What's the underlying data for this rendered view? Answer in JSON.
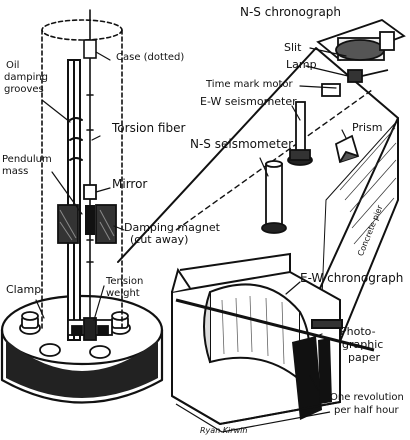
{
  "labels": {
    "ns_chronograph": "N-S chronograph",
    "case": "Case (dotted)",
    "slit": "Slit",
    "lamp": "Lamp",
    "oil_damping_1": "Oil",
    "oil_damping_2": "damping",
    "oil_damping_3": "grooves",
    "time_mark_motor": "Time mark motor",
    "ew_seismometer": "E-W seismometer",
    "prism": "Prism",
    "torsion_fiber": "Torsion fiber",
    "ns_seismometer": "N-S seismometer",
    "pendulum_1": "Pendulum",
    "pendulum_2": "mass",
    "mirror": "Mirror",
    "damping_magnet_1": "Damping magnet",
    "damping_magnet_2": "(cut away)",
    "concrete_pier": "Concrete pier",
    "clamp": "Clamp",
    "tension_1": "Tension",
    "tension_2": "weight",
    "ew_chronograph": "E-W chronograph",
    "photo_1": "Photo-",
    "photo_2": "graphic",
    "photo_3": "paper",
    "rev_1": "One revolution",
    "rev_2": "per half hour",
    "signature": "Ryan Kirwin"
  }
}
